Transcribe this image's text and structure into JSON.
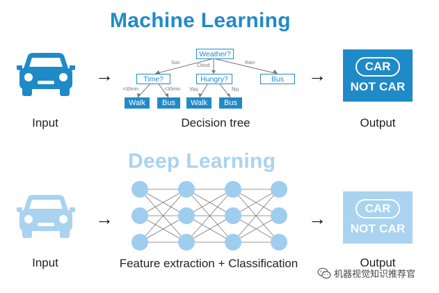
{
  "colors": {
    "ml_blue": "#1f8ac8",
    "dl_blue": "#a9d3ef",
    "dl_node": "#9fcdee",
    "edge_gray": "#777777"
  },
  "machine_learning": {
    "title": "Machine Learning",
    "input_icon": "car-icon",
    "input_label": "Input",
    "tree_label": "Decision tree",
    "output_label": "Output",
    "output_badge": "CAR",
    "output_text": "NOT CAR",
    "tree": {
      "root": "Weather?",
      "edge_sun": "Sun",
      "edge_cloud": "Cloud",
      "edge_rain": "Rain",
      "time": "Time?",
      "hungry": "Hungry?",
      "bus_rain": "Bus",
      "edge_gt30": ">30min",
      "edge_lt30": "<30min",
      "edge_yes": "Yes",
      "edge_no": "No",
      "leaf_walk_1": "Walk",
      "leaf_bus_1": "Bus",
      "leaf_walk_2": "Walk",
      "leaf_bus_2": "Bus"
    }
  },
  "deep_learning": {
    "title": "Deep Learning",
    "input_icon": "car-icon",
    "input_label": "Input",
    "network_label": "Feature extraction + Classification",
    "output_label": "Output",
    "output_badge": "CAR",
    "output_text": "NOT CAR",
    "layers": [
      3,
      3,
      3,
      3
    ]
  },
  "watermark": {
    "icon": "wechat-icon",
    "text": "机器视觉知识推荐官"
  }
}
